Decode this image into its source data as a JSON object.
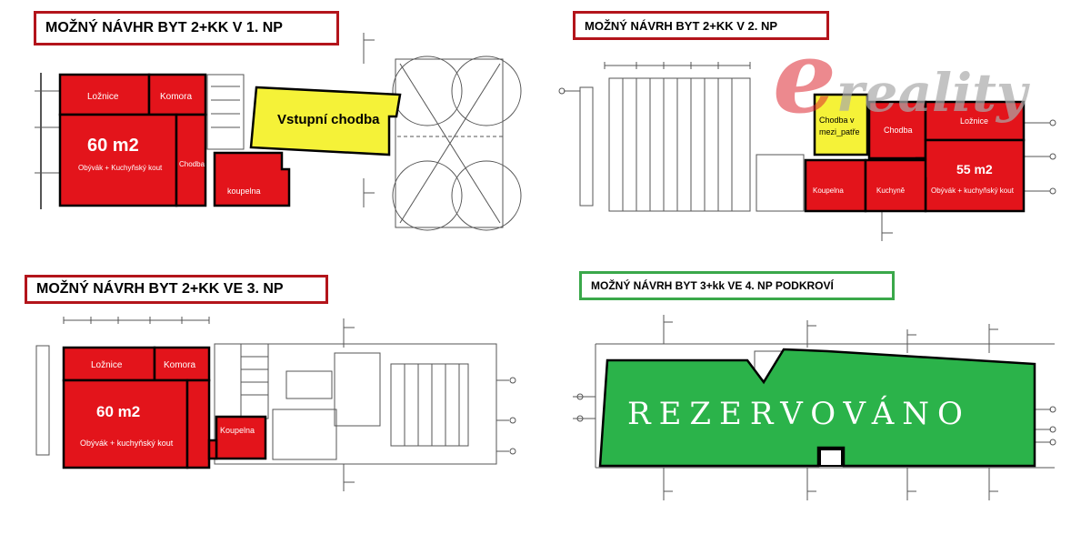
{
  "panels": {
    "p1": {
      "title": "MOŽNÝ  NÁVHR  BYT   2+KK   V    1. NP",
      "rooms": {
        "loznice": "Ložnice",
        "komora": "Komora",
        "area": "60 m2",
        "obyvak": "Obývák + Kuchyňský kout",
        "chodba": "Chodba",
        "koupelna": "koupelna",
        "vstupni": "Vstupní chodba"
      }
    },
    "p2": {
      "title": "MOŽNÝ  NÁVRH   BYT   2+KK  V  2. NP",
      "rooms": {
        "chodba_mezi_1": "Chodba v",
        "chodba_mezi_2": "mezi_patře",
        "chodba": "Chodba",
        "loznice": "Ložnice",
        "area": "55 m2",
        "obyvak": "Obývák + kuchyňský kout",
        "koupelna": "Koupelna",
        "kuchyne": "Kuchyně"
      }
    },
    "p3": {
      "title": "MOŽNÝ NÁVRH BYT 2+KK  VE 3. NP",
      "rooms": {
        "loznice": "Ložnice",
        "komora": "Komora",
        "area": "60 m2",
        "obyvak": "Obývák + kuchyňský kout",
        "koupelna": "Koupelna"
      }
    },
    "p4": {
      "title": "MOŽNÝ  NÁVRH  BYT  3+kk   VE  4.  NP   PODKROVÍ",
      "status": "REZERVOVÁNO"
    }
  },
  "watermark": {
    "letter": "e",
    "word": "reality"
  },
  "colors": {
    "room_red": "#e3141b",
    "corridor_yellow": "#f5f238",
    "reserved_green": "#2bb34a",
    "frame_red": "#b3141b",
    "frame_green": "#3aa84a"
  }
}
